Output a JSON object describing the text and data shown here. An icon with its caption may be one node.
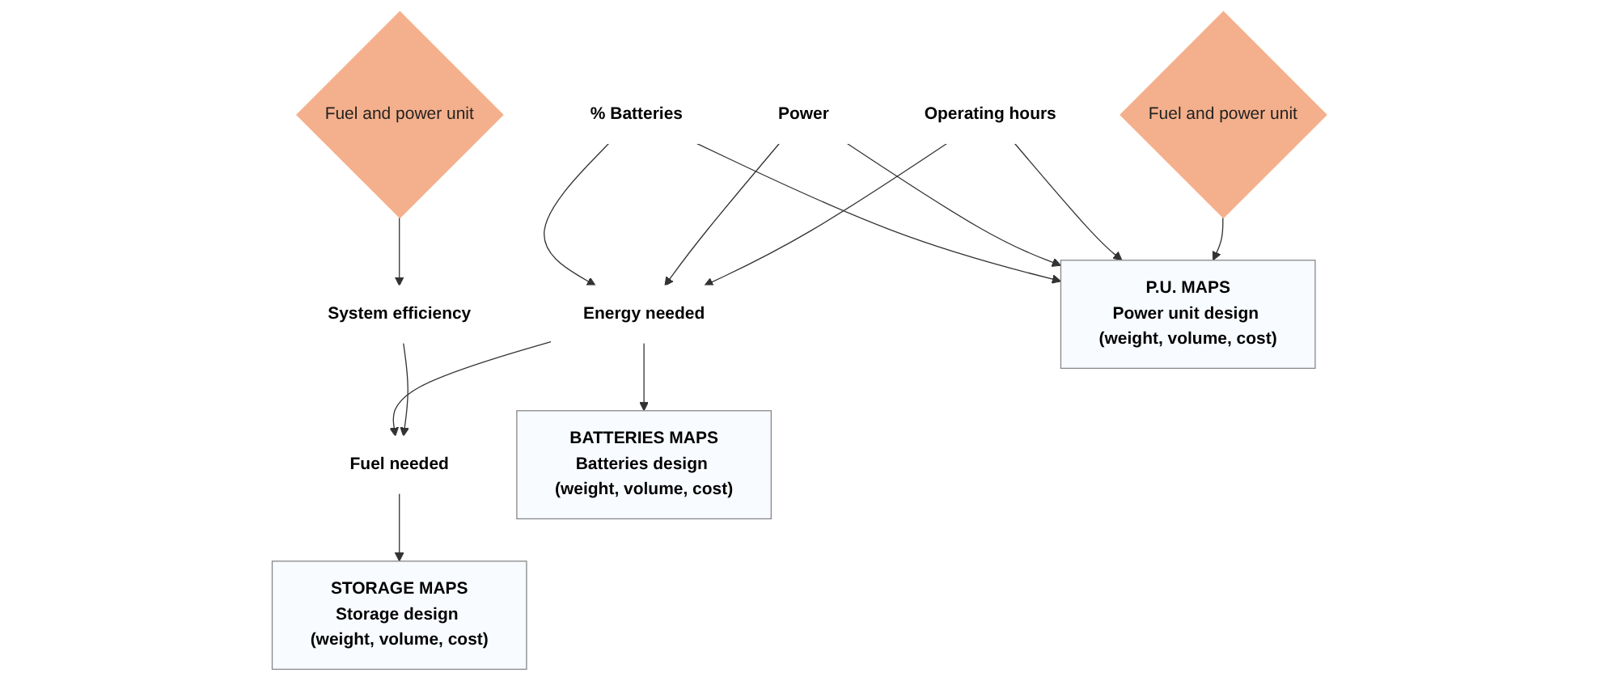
{
  "diagram": {
    "nodes": [
      {
        "text": [
          "% Batteries"
        ]
      },
      {
        "text": [
          "Power"
        ]
      },
      {
        "text": [
          "Operating hours"
        ]
      },
      {
        "text": [
          "Fuel and power unit"
        ]
      },
      {
        "text": [
          "System efficiency"
        ]
      },
      {
        "text": [
          "Energy needed"
        ]
      },
      {
        "text": [
          "Fuel and power unit"
        ]
      },
      {
        "text": [
          "Fuel needed"
        ]
      },
      {
        "text": [
          "P.U. MAPS",
          "Power unit design (weight, volume, cost)"
        ]
      },
      {
        "text": [
          "BATTERIES MAPS",
          "Batteries design (weight, volume, cost)"
        ]
      },
      {
        "text": [
          "STORAGE MAPS",
          "Storage design (weight, volume, cost)"
        ]
      }
    ],
    "edges": [
      {
        "from": 0,
        "to": 8,
        "arrow": "to"
      },
      {
        "from": 1,
        "to": 8,
        "arrow": "to"
      },
      {
        "from": 2,
        "to": 8,
        "arrow": "to"
      },
      {
        "from": 6,
        "to": 8,
        "arrow": "to"
      },
      {
        "from": 0,
        "to": 5,
        "arrow": "to"
      },
      {
        "from": 1,
        "to": 5,
        "arrow": "to"
      },
      {
        "from": 2,
        "to": 5,
        "arrow": "to"
      },
      {
        "from": 5,
        "to": 9,
        "arrow": "to"
      },
      {
        "from": 5,
        "to": 7,
        "arrow": "to"
      },
      {
        "from": 3,
        "to": 4,
        "arrow": "to"
      },
      {
        "from": 4,
        "to": 7,
        "arrow": "to"
      },
      {
        "from": 7,
        "to": 10,
        "arrow": "to"
      }
    ]
  }
}
